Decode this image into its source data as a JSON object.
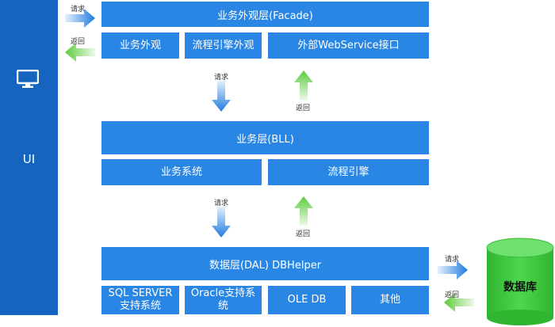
{
  "ui": {
    "label": "UI"
  },
  "facade": {
    "title": "业务外观层(Facade)",
    "cells": [
      "业务外观",
      "流程引擎外观",
      "外部WebService接口"
    ]
  },
  "bll": {
    "title": "业务层(BLL)",
    "cells": [
      "业务系统",
      "流程引擎"
    ]
  },
  "dal": {
    "title": "数据层(DAL)  DBHelper",
    "cells": [
      "SQL SERVER\n支持系统",
      "Oracle支持系\n统",
      "OLE DB",
      "其他"
    ]
  },
  "database": {
    "label": "数据库"
  },
  "arrows": {
    "request": "请求",
    "return": "返回"
  },
  "colors": {
    "ui_panel": "#1565c0",
    "box": "#2a86e4",
    "request_arrow": "#1e7be0",
    "return_arrow": "#5ccc3c",
    "database": "#3cc83c"
  }
}
